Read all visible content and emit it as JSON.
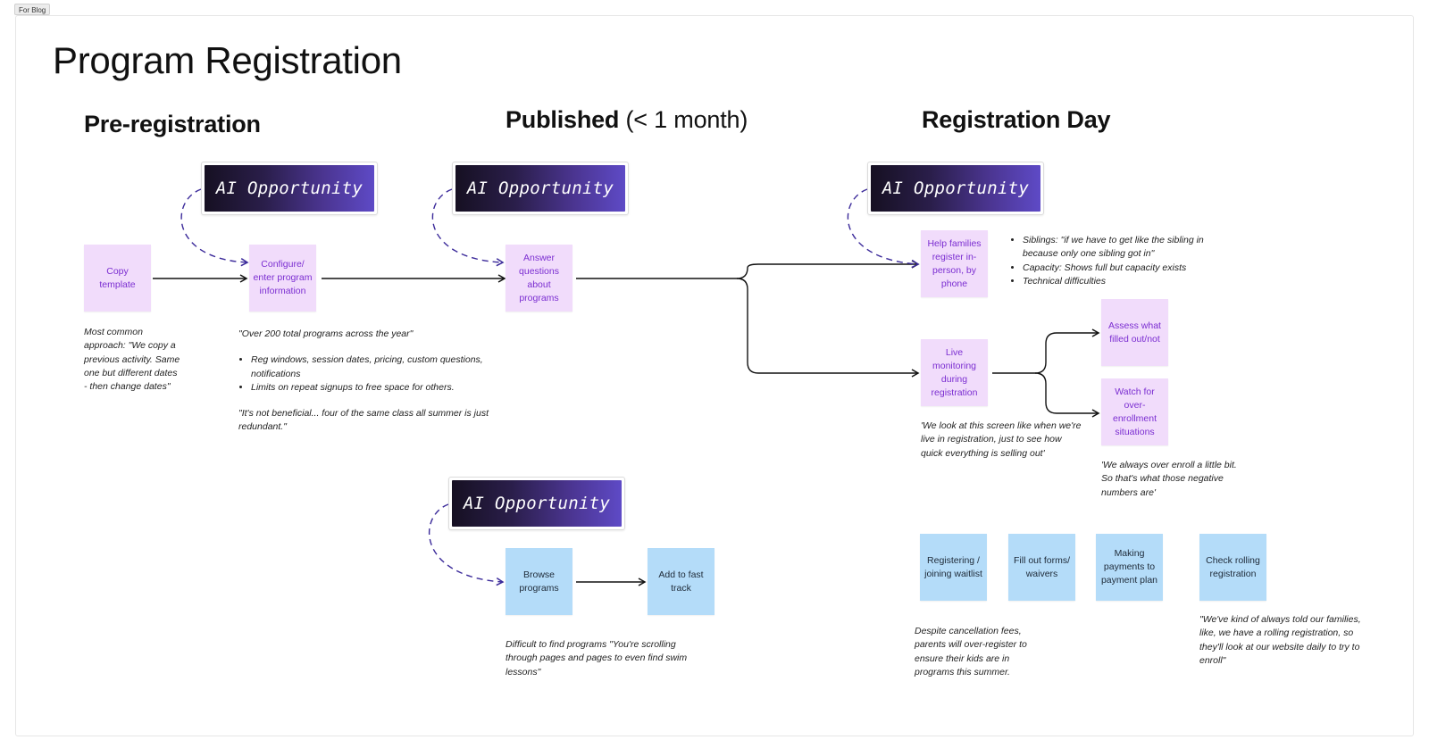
{
  "frame_tag": "For Blog",
  "title": "Program Registration",
  "sections": {
    "pre": {
      "title": "Pre-registration"
    },
    "published": {
      "title_bold": "Published",
      "title_light": " (< 1 month)"
    },
    "regday": {
      "title": "Registration Day"
    }
  },
  "ai_label": "AI Opportunity",
  "stickies": {
    "copy_template": "Copy template",
    "configure": "Configure/ enter program information",
    "answer_questions": "Answer questions about programs",
    "help_families": "Help families register in-person, by phone",
    "live_monitoring": "Live monitoring during registration",
    "assess_filled": "Assess what filled out/not",
    "watch_overenroll": "Watch for over-enrollment situations",
    "browse": "Browse programs",
    "fast_track": "Add to fast track",
    "registering": "Registering / joining waitlist",
    "fill_forms": "Fill out forms/ waivers",
    "payments": "Making payments to payment plan",
    "rolling": "Check rolling registration"
  },
  "notes": {
    "copy_note": "Most common approach: \"We copy a previous activity. Same one but different dates - then change dates\"",
    "config_quote": "\"Over 200 total programs across the year\"",
    "config_bullets": [
      "Reg windows, session dates, pricing, custom questions, notifications",
      "Limits on repeat signups to free space for others."
    ],
    "config_quote2": "\"It's not beneficial... four of the same class all summer is just redundant.\"",
    "help_bullets": [
      "Siblings: \"if we have to get like the sibling in because only one sibling got in\"",
      "Capacity: Shows full but capacity exists",
      "Technical difficulties"
    ],
    "live_note": "'We look at this screen like when we're live in registration, just to see how quick everything is selling out'",
    "overenroll_note": "'We always over enroll a little bit. So that's what those negative numbers are'",
    "browse_note": "Difficult to find programs \"You're scrolling through pages and pages to even find swim lessons\"",
    "cancel_note": "Despite cancellation fees, parents will over-register to ensure their kids are in programs this summer.",
    "rolling_note": "\"We've kind of always told our families, like, we have a rolling registration, so they'll look at our website daily to try to enroll\""
  },
  "colors": {
    "purple_sticky": "#f1dcfb",
    "purple_text": "#7b2ed1",
    "blue_sticky": "#b4dcf9",
    "dashed_arrow": "#3b2a9a",
    "solid_arrow": "#111111"
  }
}
